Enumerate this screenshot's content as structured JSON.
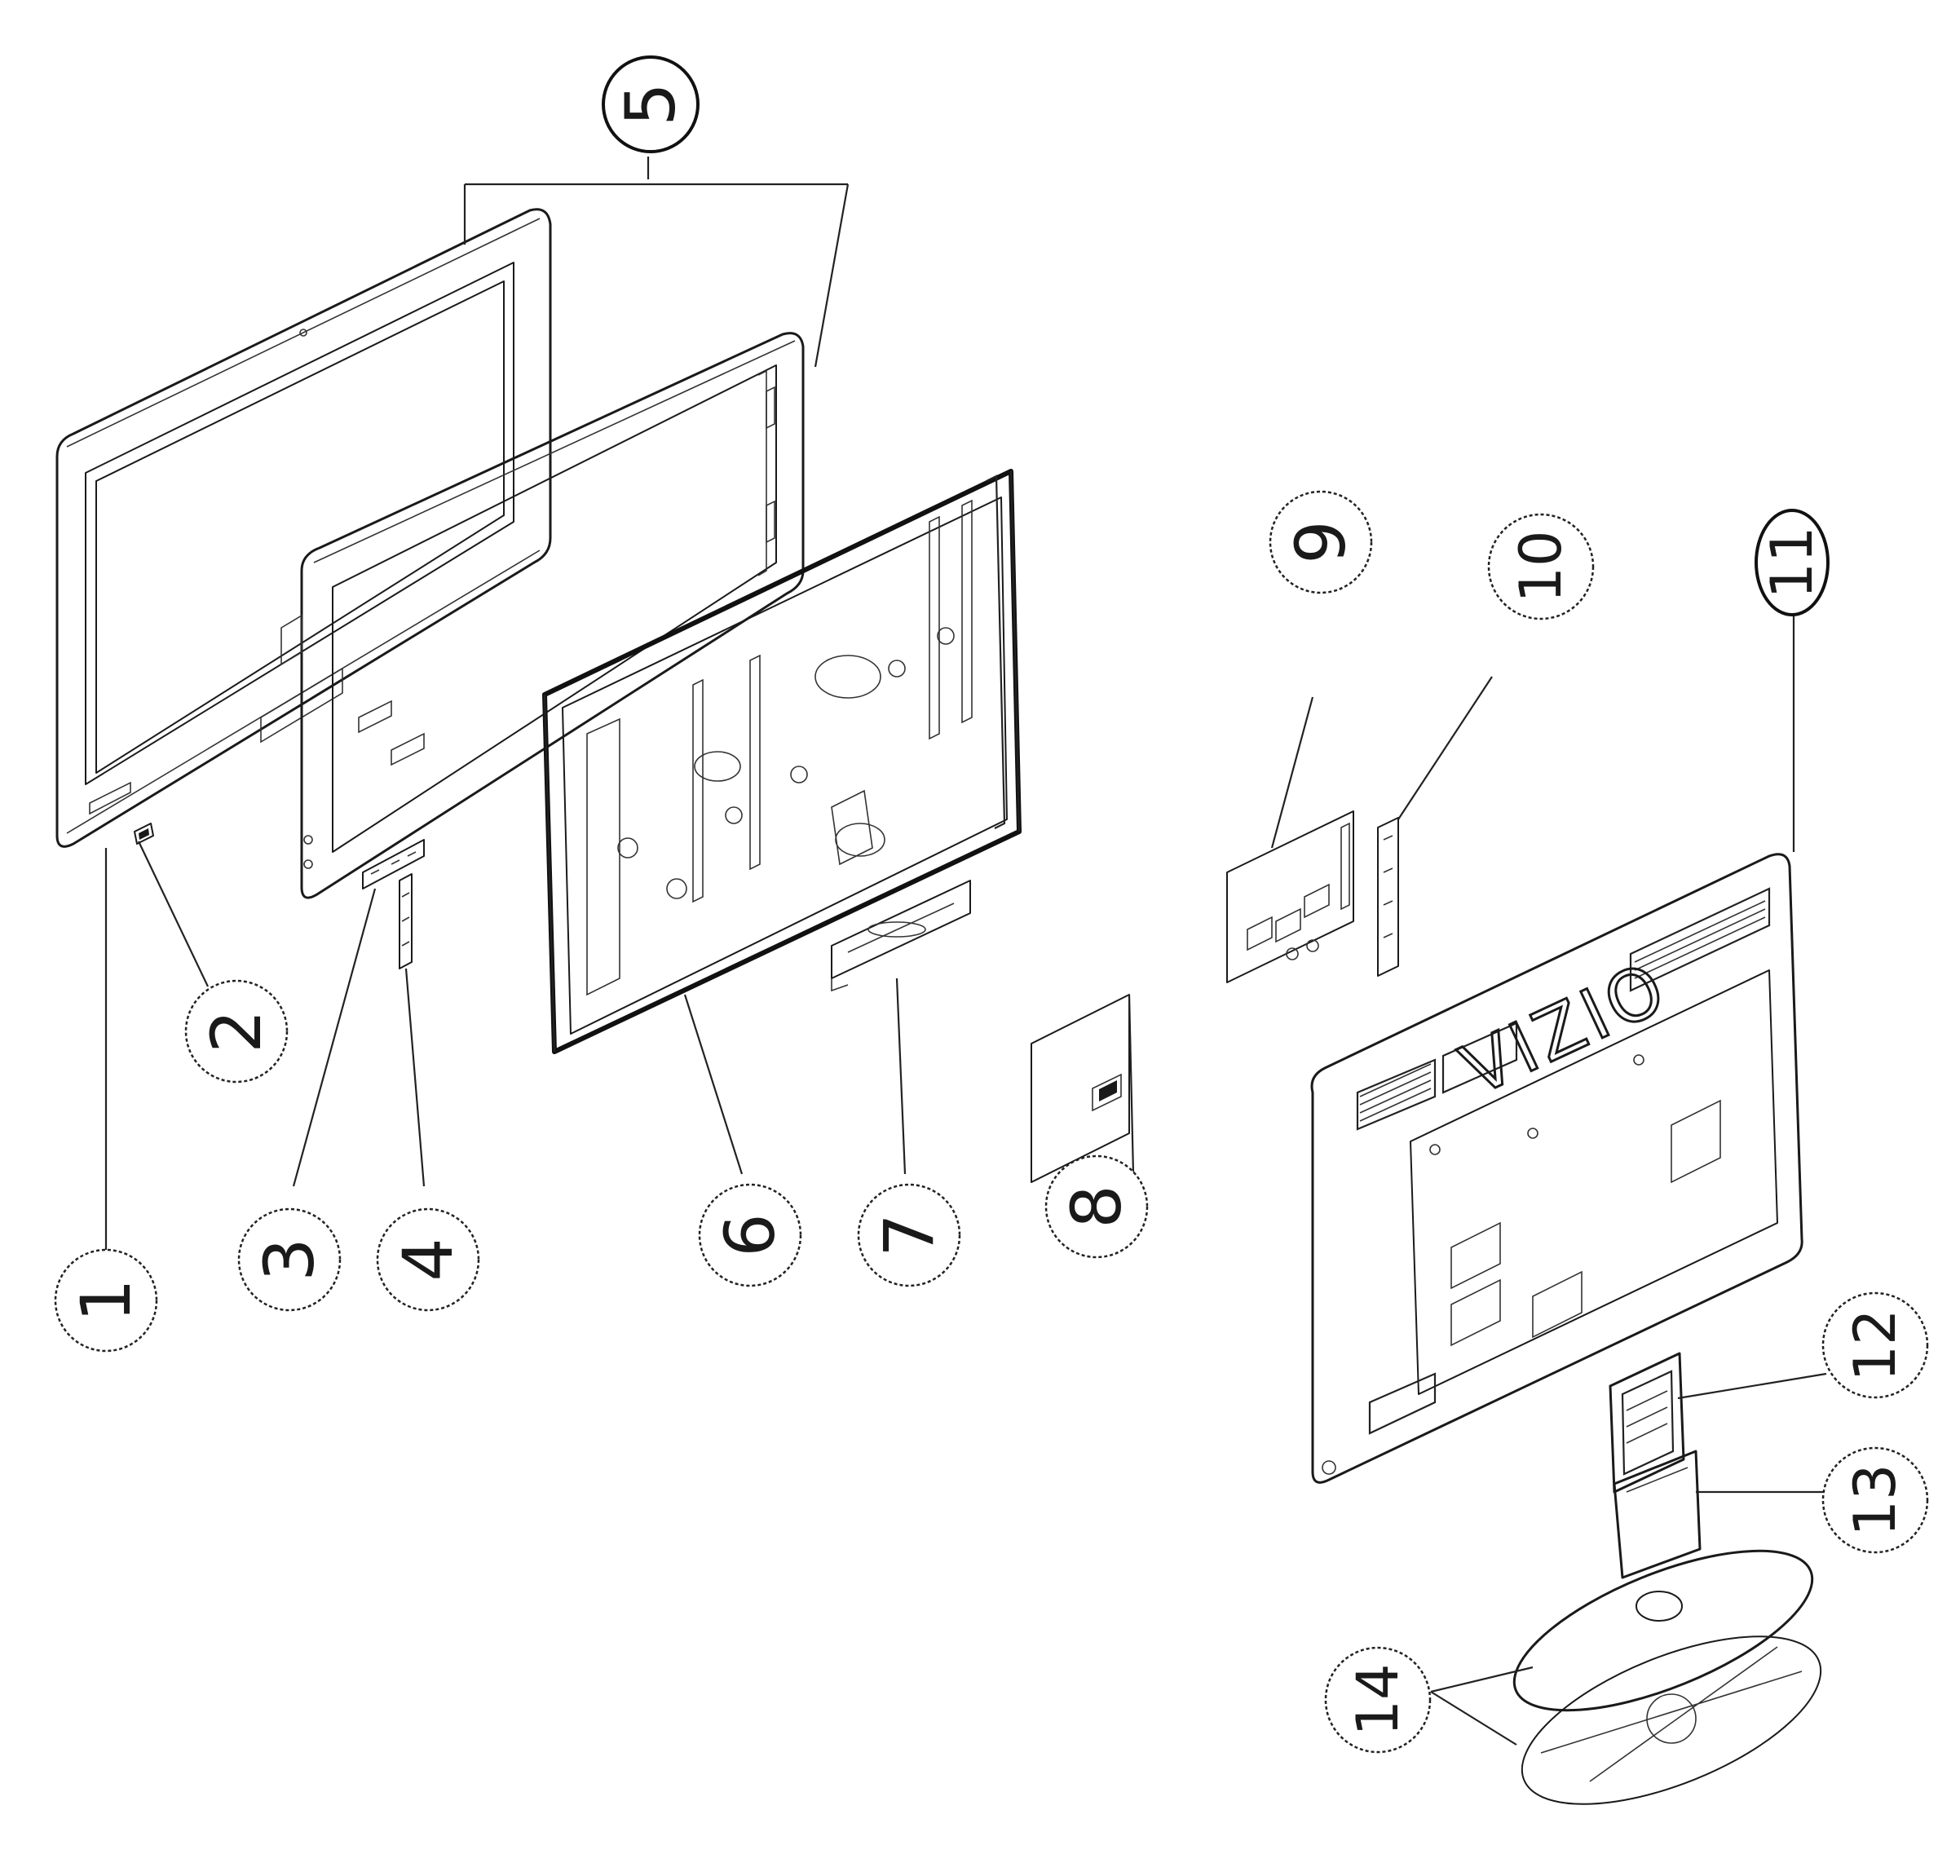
{
  "diagram": {
    "callouts": [
      {
        "id": "1",
        "label": "1"
      },
      {
        "id": "2",
        "label": "2"
      },
      {
        "id": "3",
        "label": "3"
      },
      {
        "id": "4",
        "label": "4"
      },
      {
        "id": "5",
        "label": "5"
      },
      {
        "id": "6",
        "label": "6"
      },
      {
        "id": "7",
        "label": "7"
      },
      {
        "id": "8",
        "label": "8"
      },
      {
        "id": "9",
        "label": "9"
      },
      {
        "id": "10",
        "label": "10"
      },
      {
        "id": "11",
        "label": "11"
      },
      {
        "id": "12",
        "label": "12"
      },
      {
        "id": "13",
        "label": "13"
      },
      {
        "id": "14",
        "label": "14"
      }
    ],
    "brand": "VIZIO"
  }
}
